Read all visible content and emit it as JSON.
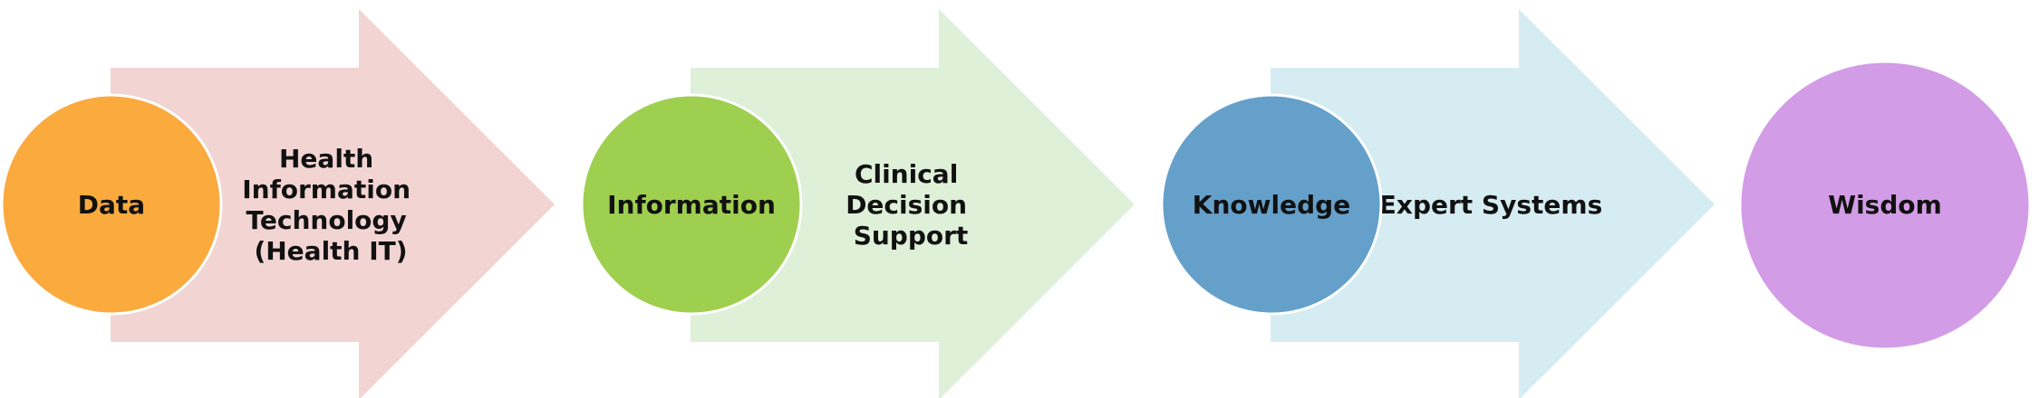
{
  "colors": {
    "data_circle": "#FBAA3E",
    "information_circle": "#9FCF4F",
    "knowledge_circle": "#64A0CA",
    "wisdom_circle": "#D39CE6",
    "arrow_1": "#F2D4D3",
    "arrow_2": "#DEF0D8",
    "arrow_3": "#D5EDF2",
    "text": "#111111"
  },
  "nodes": [
    {
      "label": "Data"
    },
    {
      "label": "Information"
    },
    {
      "label": "Knowledge"
    },
    {
      "label": "Wisdom"
    }
  ],
  "arrows": [
    {
      "lines": [
        "Health",
        "Information",
        "Technology",
        "(Health IT)"
      ]
    },
    {
      "lines": [
        "Clinical",
        "Decision",
        "Support"
      ]
    },
    {
      "lines": [
        "Expert Systems"
      ]
    }
  ]
}
